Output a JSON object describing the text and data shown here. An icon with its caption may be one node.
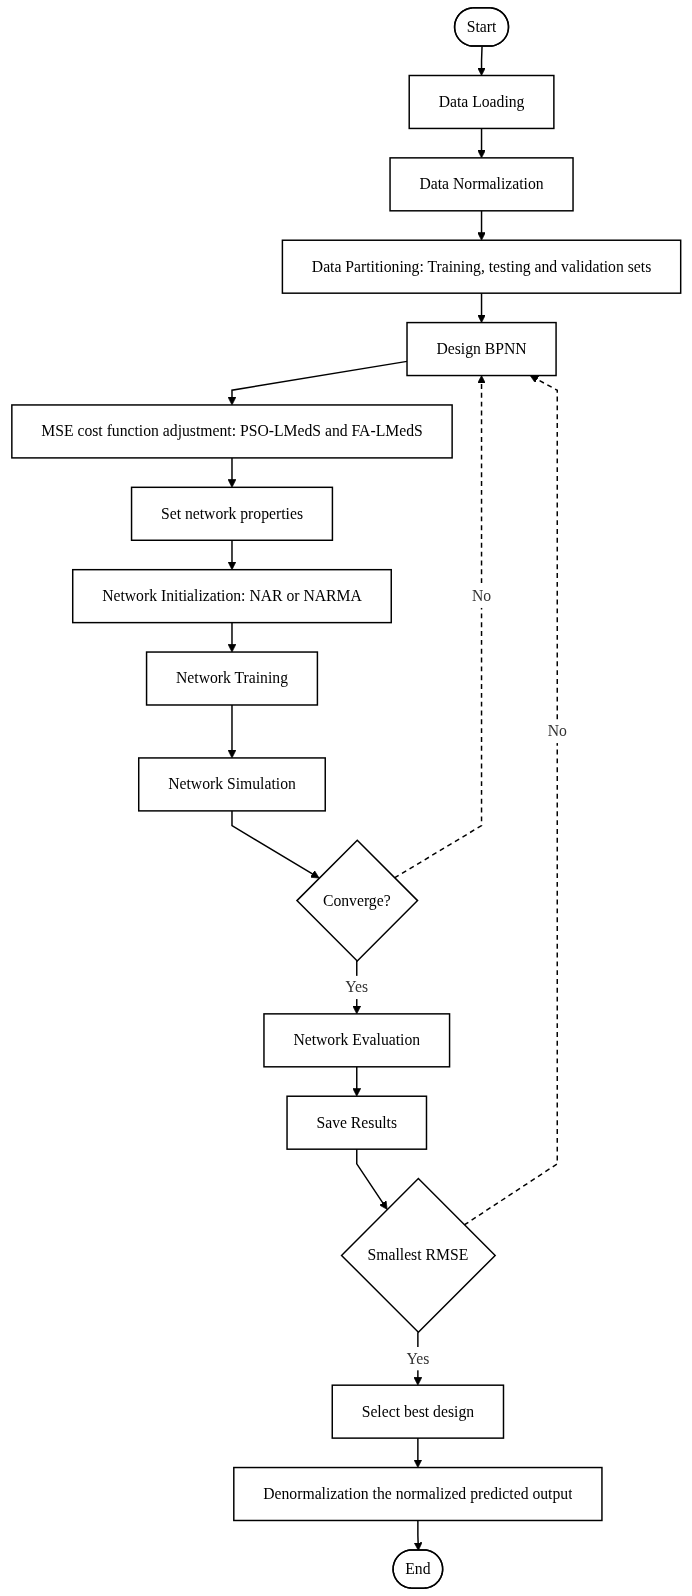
{
  "diagram": {
    "nodes": [
      {
        "text": [
          "Start"
        ]
      },
      {
        "text": [
          "Data Loading"
        ]
      },
      {
        "text": [
          "Data Normalization"
        ]
      },
      {
        "text": [
          "Data Partitioning: Training, testing and validation sets"
        ]
      },
      {
        "text": [
          "Design BPNN"
        ]
      },
      {
        "text": [
          "MSE cost function adjustment: PSO-LMedS and FA-LMedS"
        ]
      },
      {
        "text": [
          "Set network properties"
        ]
      },
      {
        "text": [
          "Network Initialization: NAR or NARMA"
        ]
      },
      {
        "text": [
          "Network Training"
        ]
      },
      {
        "text": [
          "Network Simulation"
        ]
      },
      {
        "text": [
          "Converge?"
        ]
      },
      {
        "text": [
          "Network Evaluation"
        ]
      },
      {
        "text": [
          "Save Results"
        ]
      },
      {
        "text": [
          "Smallest RMSE"
        ]
      },
      {
        "text": [
          "Select best design"
        ]
      },
      {
        "text": [
          "Denormalization the normalized predicted output"
        ]
      },
      {
        "text": [
          "End"
        ]
      }
    ],
    "edges": [
      {
        "from": 0,
        "to": 1,
        "arrow": "to"
      },
      {
        "from": 1,
        "to": 2,
        "arrow": "to"
      },
      {
        "from": 2,
        "to": 3,
        "arrow": "to"
      },
      {
        "from": 3,
        "to": 4,
        "arrow": "to"
      },
      {
        "from": 4,
        "to": 5,
        "arrow": "to"
      },
      {
        "from": 5,
        "to": 6,
        "arrow": "to"
      },
      {
        "from": 6,
        "to": 7,
        "arrow": "to"
      },
      {
        "from": 7,
        "to": 8,
        "arrow": "to"
      },
      {
        "from": 8,
        "to": 9,
        "arrow": "to"
      },
      {
        "from": 9,
        "to": 10,
        "arrow": "to"
      },
      {
        "from": 10,
        "to": 4,
        "arrow": "to",
        "label": "No",
        "style": "dashed"
      },
      {
        "from": 10,
        "to": 11,
        "arrow": "to",
        "label": "Yes"
      },
      {
        "from": 11,
        "to": 12,
        "arrow": "to"
      },
      {
        "from": 12,
        "to": 13,
        "arrow": "to"
      },
      {
        "from": 13,
        "to": 4,
        "arrow": "to",
        "label": "No",
        "style": "dashed"
      },
      {
        "from": 13,
        "to": 14,
        "arrow": "to",
        "label": "Yes"
      },
      {
        "from": 14,
        "to": 15,
        "arrow": "to"
      },
      {
        "from": 15,
        "to": 16,
        "arrow": "to"
      }
    ]
  }
}
